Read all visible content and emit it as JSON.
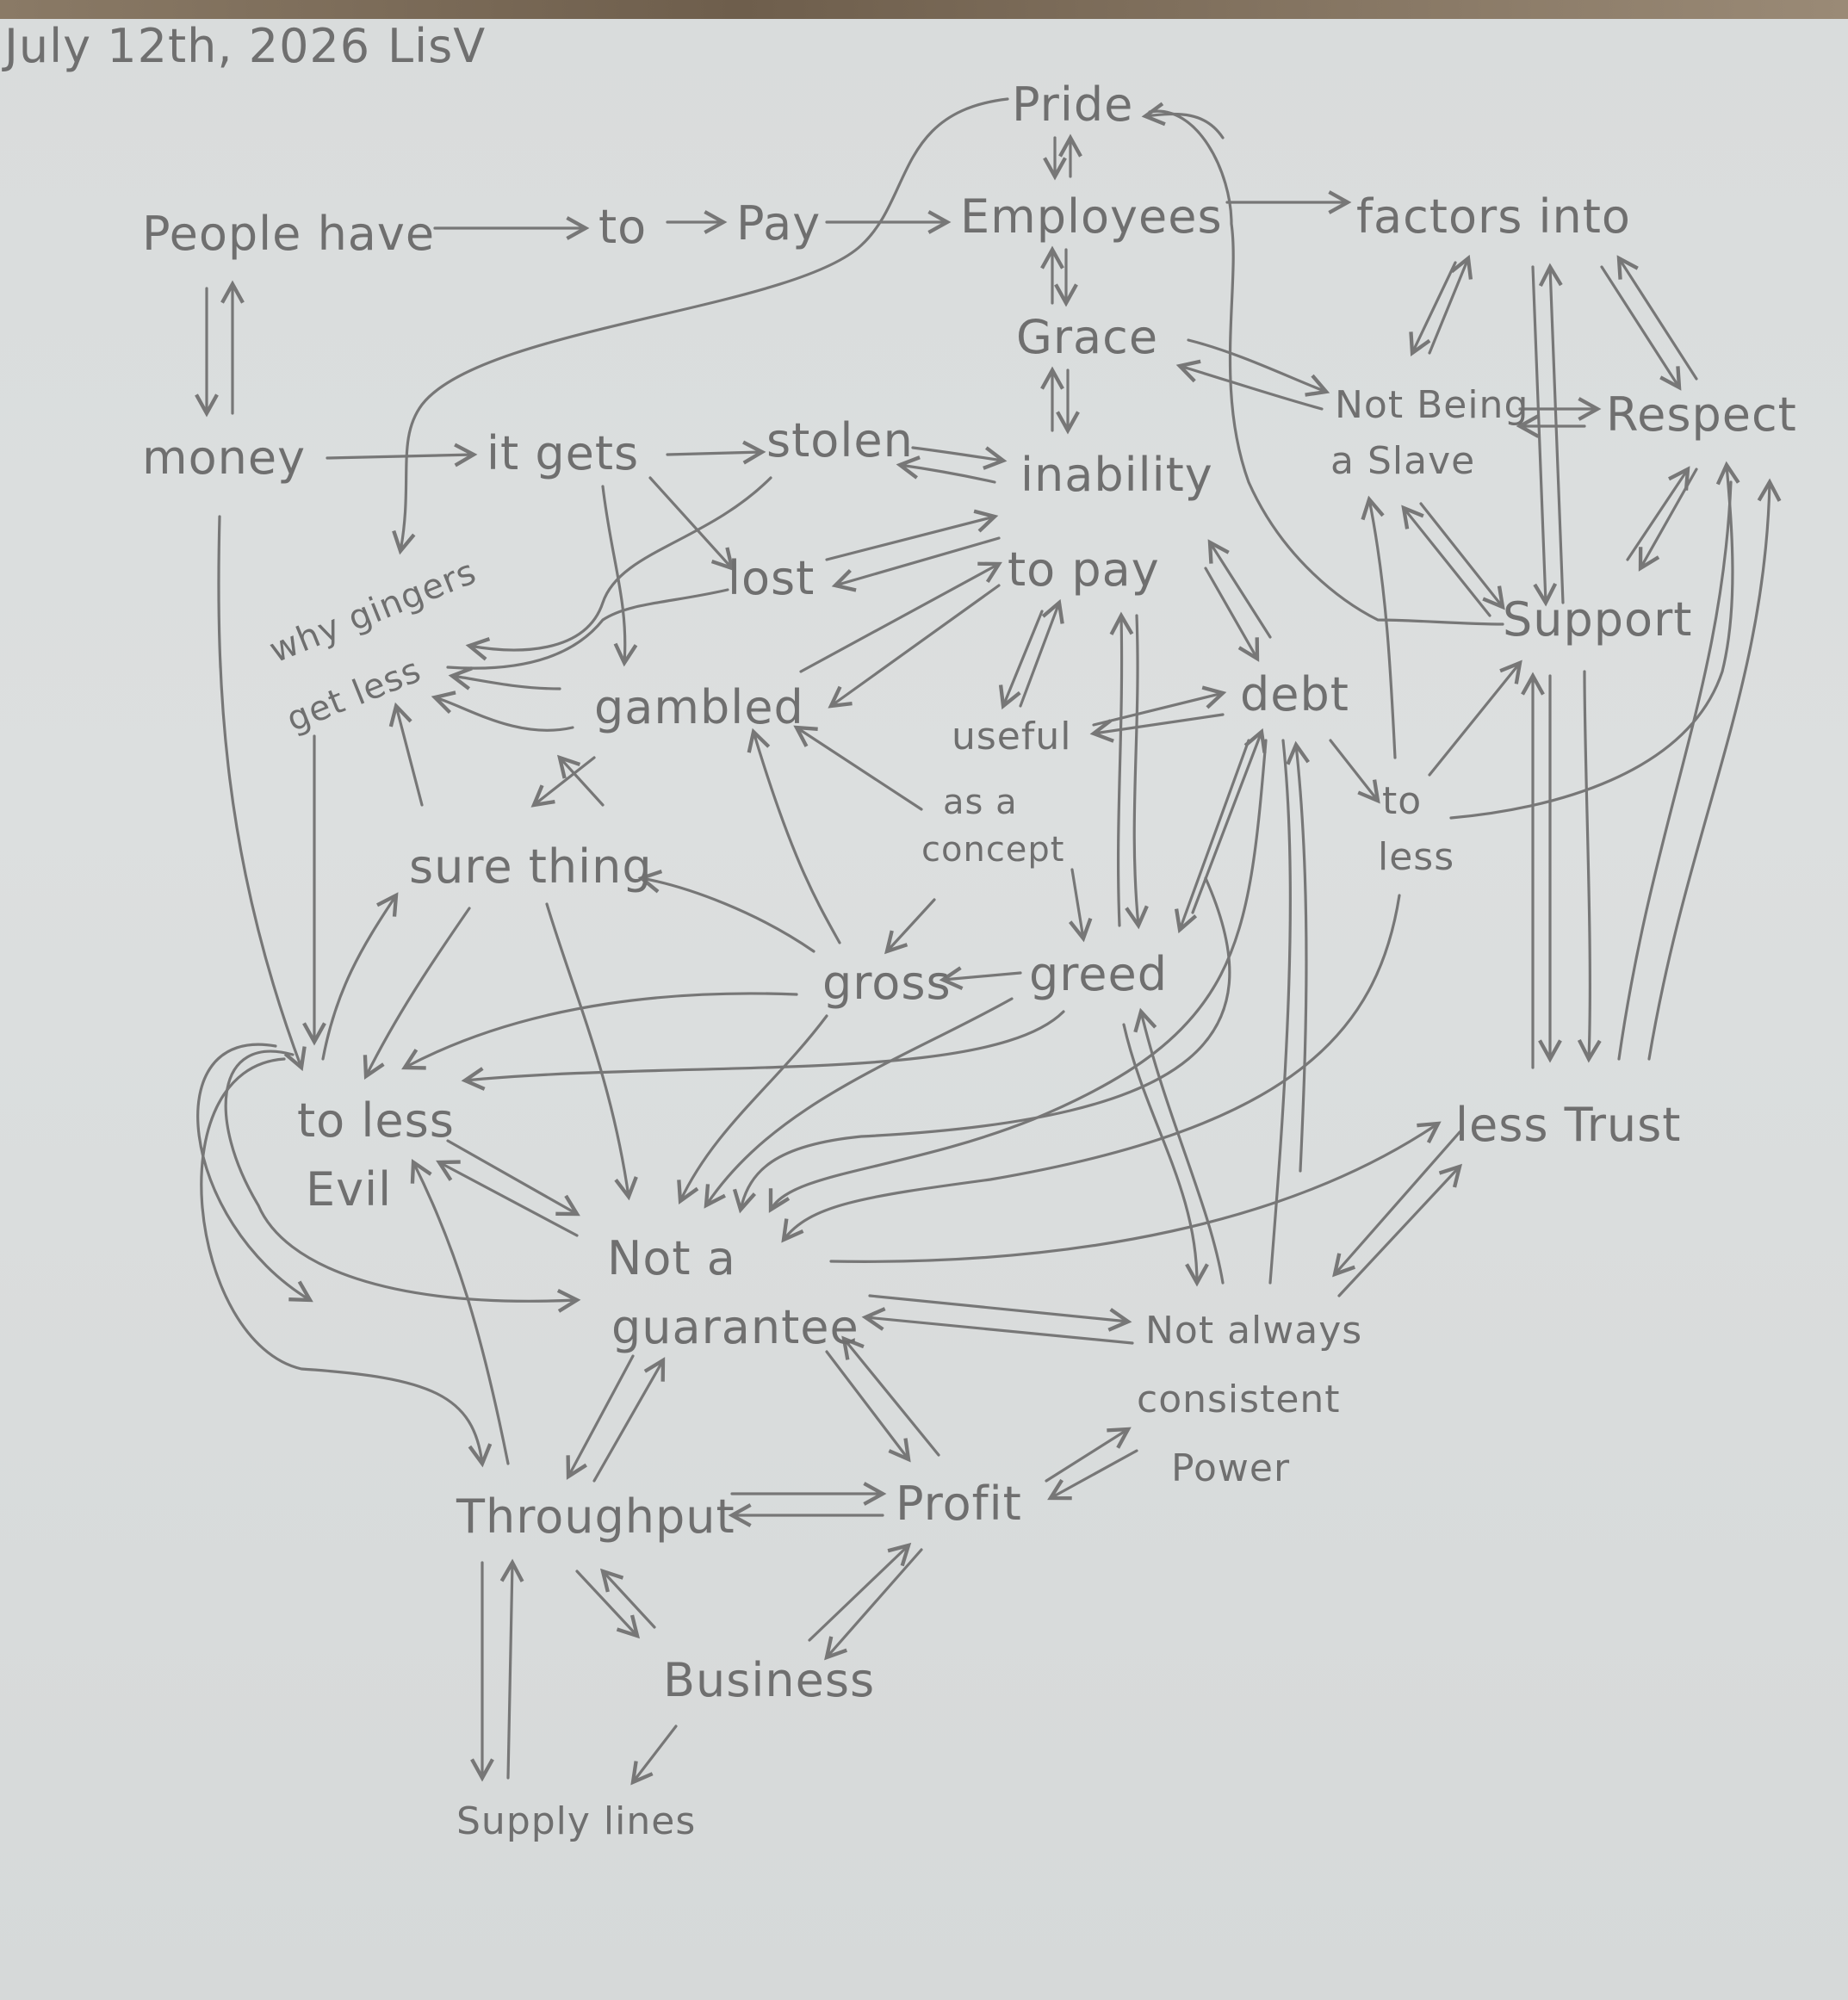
{
  "header": {
    "date": "July 12th, 2026",
    "author": "LisV"
  },
  "nodes": {
    "pride": "Pride",
    "people_have": "People have",
    "to": "to",
    "pay": "Pay",
    "employees": "Employees",
    "factors_into": "factors into",
    "grace": "Grace",
    "not_being_1": "Not Being",
    "not_being_2": "a Slave",
    "respect": "Respect",
    "money": "money",
    "it_gets": "it gets",
    "stolen": "stolen",
    "inability": "inability",
    "lost": "lost",
    "to_pay": "to pay",
    "why_gingers_1": "why gingers",
    "why_gingers_2": "get less",
    "gambled": "gambled",
    "support": "Support",
    "useful": "useful",
    "debt": "debt",
    "as_a_1": "as a",
    "as_a_2": "concept",
    "to_less_r1": "to",
    "to_less_r2": "less",
    "sure_thing": "sure thing",
    "gross": "gross",
    "greed": "greed",
    "less_trust": "less Trust",
    "to_less_evil_1": "to less",
    "to_less_evil_2": "Evil",
    "not_a_1": "Not a",
    "not_a_2": "guarantee",
    "not_always_1": "Not always",
    "not_always_2": "consistent",
    "not_always_3": "Power",
    "throughput": "Throughput",
    "profit": "Profit",
    "business": "Business",
    "supply_lines": "Supply lines"
  }
}
